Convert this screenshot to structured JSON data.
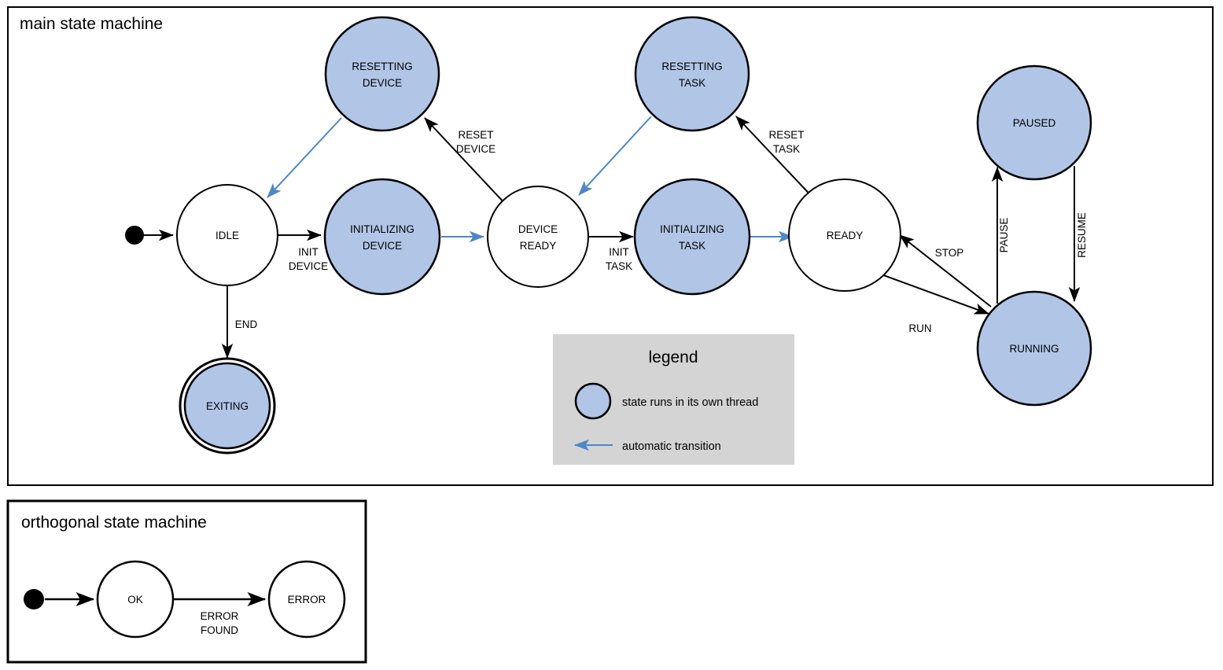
{
  "colors": {
    "thread_state_fill": "#b1c5e7",
    "plain_state_fill": "#ffffff",
    "stroke": "#000000",
    "auto_transition": "#4d87c7",
    "legend_bg": "#d4d4d4",
    "page_bg": "#ffffff"
  },
  "main_machine": {
    "title": "main state machine",
    "states": [
      {
        "id": "idle",
        "label_line1": "IDLE",
        "label_line2": "",
        "threaded": false,
        "final": false
      },
      {
        "id": "resetting-device",
        "label_line1": "RESETTING",
        "label_line2": "DEVICE",
        "threaded": true,
        "final": false
      },
      {
        "id": "initializing-device",
        "label_line1": "INITIALIZING",
        "label_line2": "DEVICE",
        "threaded": true,
        "final": false
      },
      {
        "id": "device-ready",
        "label_line1": "DEVICE",
        "label_line2": "READY",
        "threaded": false,
        "final": false
      },
      {
        "id": "resetting-task",
        "label_line1": "RESETTING",
        "label_line2": "TASK",
        "threaded": true,
        "final": false
      },
      {
        "id": "initializing-task",
        "label_line1": "INITIALIZING",
        "label_line2": "TASK",
        "threaded": true,
        "final": false
      },
      {
        "id": "ready",
        "label_line1": "READY",
        "label_line2": "",
        "threaded": false,
        "final": false
      },
      {
        "id": "paused",
        "label_line1": "PAUSED",
        "label_line2": "",
        "threaded": true,
        "final": false
      },
      {
        "id": "running",
        "label_line1": "RUNNING",
        "label_line2": "",
        "threaded": true,
        "final": false
      },
      {
        "id": "exiting",
        "label_line1": "EXITING",
        "label_line2": "",
        "threaded": true,
        "final": true
      }
    ],
    "transitions": [
      {
        "id": "start-idle",
        "from": "start",
        "to": "idle",
        "label_line1": "",
        "label_line2": "",
        "automatic": false
      },
      {
        "id": "idle-initializing-device",
        "from": "idle",
        "to": "initializing-device",
        "label_line1": "INIT",
        "label_line2": "DEVICE",
        "automatic": false
      },
      {
        "id": "idle-exiting",
        "from": "idle",
        "to": "exiting",
        "label_line1": "END",
        "label_line2": "",
        "automatic": false
      },
      {
        "id": "initializing-device-ready",
        "from": "initializing-device",
        "to": "device-ready",
        "label_line1": "",
        "label_line2": "",
        "automatic": true
      },
      {
        "id": "device-ready-resetting",
        "from": "device-ready",
        "to": "resetting-device",
        "label_line1": "RESET",
        "label_line2": "DEVICE",
        "automatic": false
      },
      {
        "id": "resetting-device-idle",
        "from": "resetting-device",
        "to": "idle",
        "label_line1": "",
        "label_line2": "",
        "automatic": true
      },
      {
        "id": "device-ready-init-task",
        "from": "device-ready",
        "to": "initializing-task",
        "label_line1": "INIT",
        "label_line2": "TASK",
        "automatic": false
      },
      {
        "id": "initializing-task-ready",
        "from": "initializing-task",
        "to": "ready",
        "label_line1": "",
        "label_line2": "",
        "automatic": true
      },
      {
        "id": "ready-resetting-task",
        "from": "ready",
        "to": "resetting-task",
        "label_line1": "RESET",
        "label_line2": "TASK",
        "automatic": false
      },
      {
        "id": "resetting-task-device-ready",
        "from": "resetting-task",
        "to": "device-ready",
        "label_line1": "",
        "label_line2": "",
        "automatic": true
      },
      {
        "id": "ready-running",
        "from": "ready",
        "to": "running",
        "label_line1": "RUN",
        "label_line2": "",
        "automatic": false
      },
      {
        "id": "running-ready",
        "from": "running",
        "to": "ready",
        "label_line1": "STOP",
        "label_line2": "",
        "automatic": false
      },
      {
        "id": "running-paused",
        "from": "running",
        "to": "paused",
        "label_line1": "PAUSE",
        "label_line2": "",
        "automatic": false
      },
      {
        "id": "paused-running",
        "from": "paused",
        "to": "running",
        "label_line1": "RESUME",
        "label_line2": "",
        "automatic": false
      }
    ]
  },
  "legend": {
    "title": "legend",
    "items": [
      {
        "id": "threaded-state",
        "symbol": "blue-circle",
        "text": "state runs in its own thread"
      },
      {
        "id": "auto-transition",
        "symbol": "blue-arrow",
        "text": "automatic transition"
      }
    ]
  },
  "orthogonal_machine": {
    "title": "orthogonal state machine",
    "states": [
      {
        "id": "ok",
        "label_line1": "OK",
        "label_line2": ""
      },
      {
        "id": "error",
        "label_line1": "ERROR",
        "label_line2": ""
      }
    ],
    "transitions": [
      {
        "id": "start-ok",
        "from": "start",
        "to": "ok",
        "label_line1": "",
        "label_line2": ""
      },
      {
        "id": "ok-error",
        "from": "ok",
        "to": "error",
        "label_line1": "ERROR",
        "label_line2": "FOUND"
      }
    ]
  }
}
